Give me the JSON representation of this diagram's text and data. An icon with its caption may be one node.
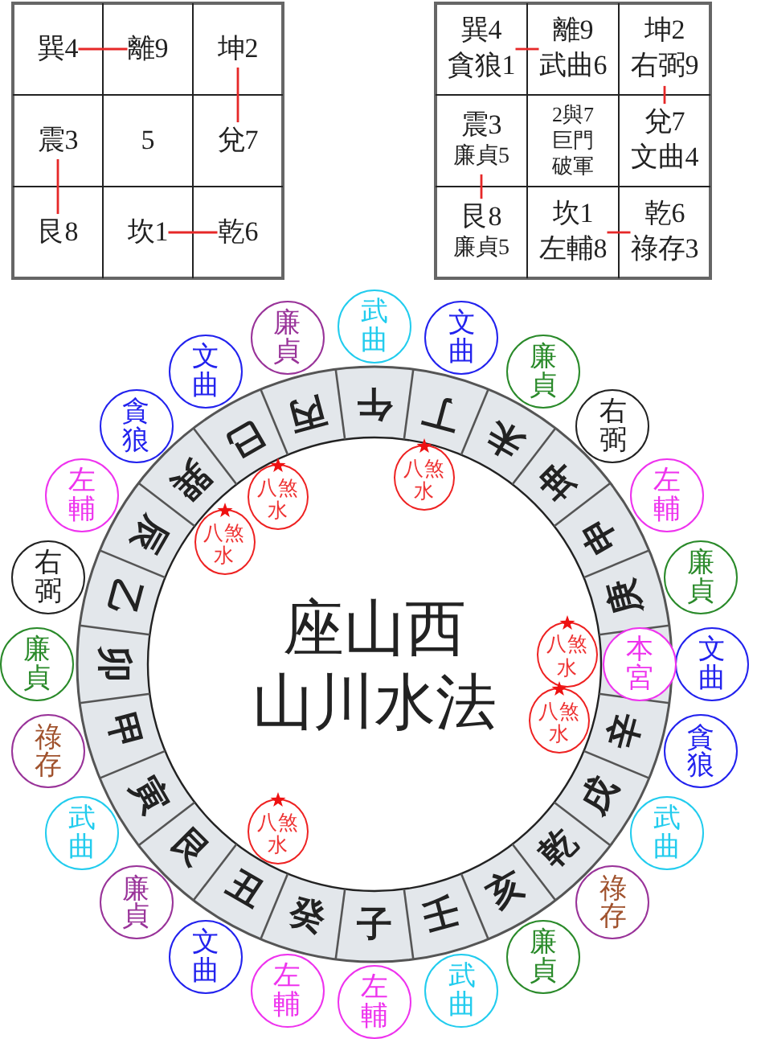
{
  "diagram": {
    "title": "座山西",
    "nodes": [
      {
        "text": [
          "巽4"
        ]
      },
      {
        "text": [
          "離9"
        ]
      },
      {
        "text": [
          "坤2"
        ]
      },
      {
        "text": [
          "震3"
        ]
      },
      {
        "text": [
          "5"
        ]
      },
      {
        "text": [
          "兌7"
        ]
      },
      {
        "text": [
          "艮8"
        ]
      },
      {
        "text": [
          "坎1"
        ]
      },
      {
        "text": [
          "乾6"
        ]
      },
      {
        "text": [
          "巽4",
          "貪狼1"
        ]
      },
      {
        "text": [
          "離9",
          "武曲6"
        ]
      },
      {
        "text": [
          "坤2",
          "右弼9"
        ]
      },
      {
        "text": [
          "震3",
          "廉貞5"
        ]
      },
      {
        "text": [
          "2與7",
          "巨門",
          "破軍"
        ]
      },
      {
        "text": [
          "兌7",
          "文曲4"
        ]
      },
      {
        "text": [
          "艮8",
          "廉貞5"
        ]
      },
      {
        "text": [
          "坎1",
          "左輔8"
        ]
      },
      {
        "text": [
          "乾6",
          "祿存3"
        ]
      },
      {
        "text": [
          "武曲"
        ]
      },
      {
        "text": [
          "文曲"
        ]
      },
      {
        "text": [
          "廉貞"
        ]
      },
      {
        "text": [
          "右弼"
        ]
      },
      {
        "text": [
          "左輔"
        ]
      },
      {
        "text": [
          "廉貞"
        ]
      },
      {
        "text": [
          "文曲"
        ]
      },
      {
        "text": [
          "貪狼"
        ]
      },
      {
        "text": [
          "武曲"
        ]
      },
      {
        "text": [
          "祿存"
        ]
      },
      {
        "text": [
          "廉貞"
        ]
      },
      {
        "text": [
          "武曲"
        ]
      },
      {
        "text": [
          "左輔"
        ]
      },
      {
        "text": [
          "左輔"
        ]
      },
      {
        "text": [
          "文曲"
        ]
      },
      {
        "text": [
          "廉貞"
        ]
      },
      {
        "text": [
          "武曲"
        ]
      },
      {
        "text": [
          "祿存"
        ]
      },
      {
        "text": [
          "廉貞"
        ]
      },
      {
        "text": [
          "右弼"
        ]
      },
      {
        "text": [
          "左輔"
        ]
      },
      {
        "text": [
          "貪狼"
        ]
      },
      {
        "text": [
          "文曲"
        ]
      },
      {
        "text": [
          "廉貞"
        ]
      },
      {
        "text": [
          "本宮"
        ]
      },
      {
        "text": [
          "八煞水"
        ]
      },
      {
        "text": [
          "八煞水"
        ]
      },
      {
        "text": [
          "八煞水"
        ]
      },
      {
        "text": [
          "八煞水"
        ]
      },
      {
        "text": [
          "八煞水"
        ]
      },
      {
        "text": [
          "八煞水"
        ]
      }
    ],
    "edges": [
      {
        "from": 0,
        "to": 1,
        "arrow": "none"
      },
      {
        "from": 2,
        "to": 5,
        "arrow": "none"
      },
      {
        "from": 3,
        "to": 6,
        "arrow": "none"
      },
      {
        "from": 7,
        "to": 8,
        "arrow": "none"
      },
      {
        "from": 9,
        "to": 10,
        "arrow": "none"
      },
      {
        "from": 11,
        "to": 14,
        "arrow": "none"
      },
      {
        "from": 12,
        "to": 15,
        "arrow": "none"
      },
      {
        "from": 16,
        "to": 17,
        "arrow": "none"
      }
    ],
    "labels": [
      "午",
      "丁",
      "未",
      "坤",
      "申",
      "庚",
      "辛",
      "戌",
      "乾",
      "亥",
      "壬",
      "子",
      "癸",
      "丑",
      "艮",
      "寅",
      "甲",
      "卯",
      "乙",
      "辰",
      "巽",
      "巳",
      "丙",
      "山川水法"
    ]
  }
}
